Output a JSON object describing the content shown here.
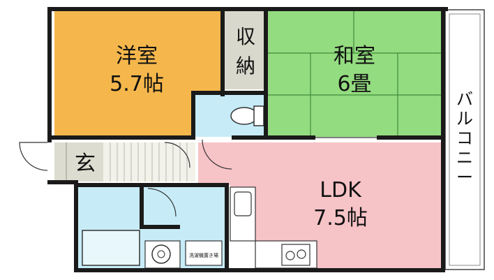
{
  "rooms": {
    "western": {
      "name": "洋室",
      "size": "5.7帖"
    },
    "japanese": {
      "name": "和室",
      "size": "6畳"
    },
    "ldk": {
      "name": "LDK",
      "size": "7.5帖"
    },
    "storage": {
      "line1": "収",
      "line2": "納"
    },
    "entrance": {
      "name": "玄"
    },
    "balcony": {
      "chars": [
        "バ",
        "ル",
        "コ",
        "ニ",
        "ー"
      ]
    },
    "washer": {
      "name": "洗濯機置き場"
    }
  },
  "colors": {
    "western": "#f5b74c",
    "japanese": "#94dc80",
    "ldk": "#f6c3c7",
    "wet": "#c7ecf8",
    "storage": "#d8d8cc",
    "entrance": "#dcdcd0",
    "stair": "#f2f2ea",
    "wall": "#1a1a1a"
  }
}
